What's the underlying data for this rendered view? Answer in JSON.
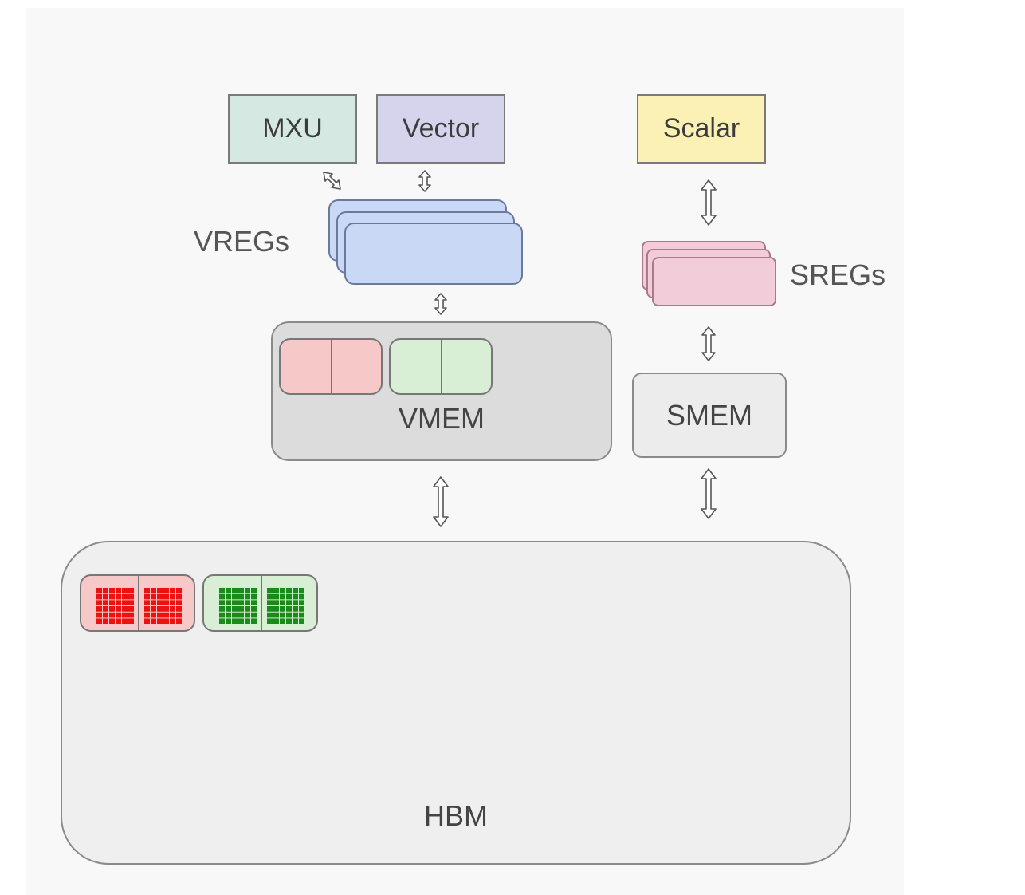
{
  "units": {
    "mxu": "MXU",
    "vector": "Vector",
    "scalar": "Scalar"
  },
  "registers": {
    "vregs": "VREGs",
    "sregs": "SREGs"
  },
  "memory": {
    "vmem": "VMEM",
    "smem": "SMEM",
    "hbm": "HBM"
  },
  "colors": {
    "mxu": "#d5e8e1",
    "vector": "#d6d4ed",
    "scalar": "#fbf1b5",
    "vregs": "#c8d8f5",
    "sregs": "#f2ccd8",
    "block_red": "#ee1111",
    "block_green": "#1a8a1a"
  }
}
